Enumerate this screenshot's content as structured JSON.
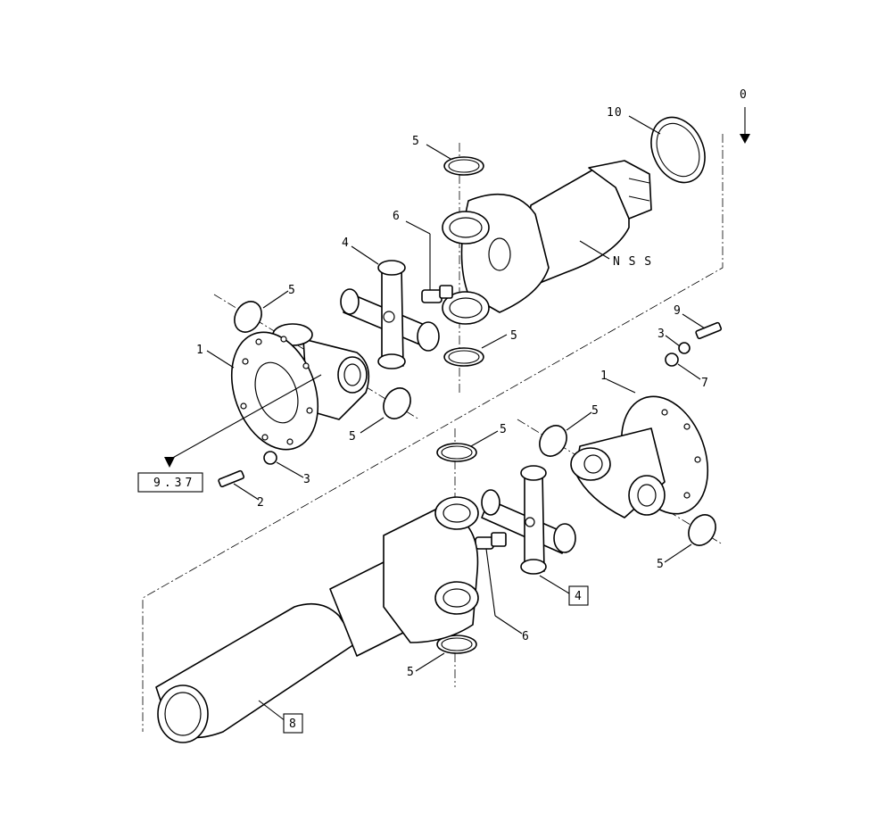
{
  "callouts": {
    "arrow_ref": "0",
    "p10": "10",
    "nss": "N S S",
    "p5_top": "5",
    "p6_top": "6",
    "p4_top": "4",
    "p5_left": "5",
    "p1_left": "1",
    "p5_mid_left": "5",
    "p5_mid_right": "5",
    "p9": "9",
    "p3_right": "3",
    "p7": "7",
    "p1_right": "1",
    "p5_right_upper": "5",
    "p5_center": "5",
    "ref_box": "9.37",
    "p3_left": "3",
    "p2": "2",
    "p6_bottom": "6",
    "p4_boxed": "4",
    "p5_right_lower": "5",
    "p5_bottom": "5",
    "p8_boxed": "8"
  }
}
